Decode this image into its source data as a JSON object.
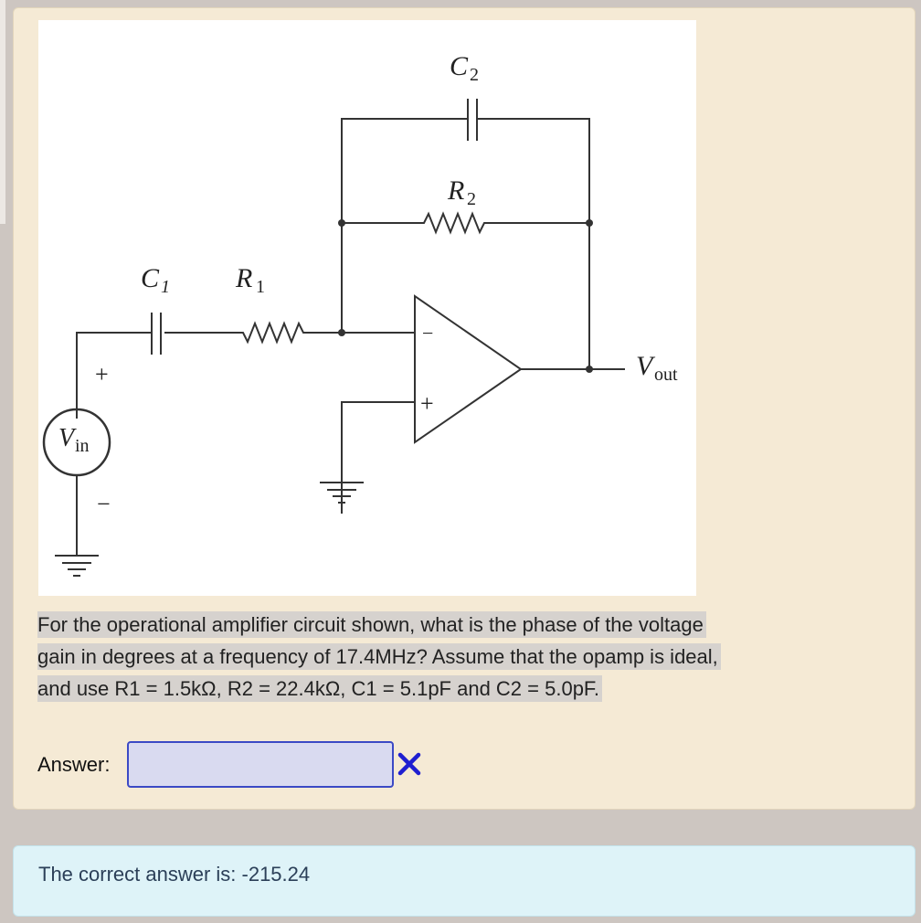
{
  "diagram": {
    "labels": {
      "c2": "C",
      "c2_sub": "2",
      "r2": "R",
      "r2_sub": "2",
      "c1": "C",
      "c1_sub": "1",
      "r1": "R",
      "r1_sub": "1",
      "vout": "V",
      "vout_sub": "out",
      "vin": "V",
      "vin_sub": "in",
      "src_plus": "+",
      "src_minus": "−",
      "op_minus": "−",
      "op_plus": "+"
    }
  },
  "question": {
    "lines": [
      "For the operational amplifier circuit shown, what is the phase of the voltage",
      "gain in degrees at a frequency of 17.4MHz? Assume that the opamp is ideal,",
      "and use R1 = 1.5kΩ, R2 = 22.4kΩ, C1 = 5.1pF and C2 = 5.0pF."
    ]
  },
  "answer": {
    "label": "Answer:",
    "value": "",
    "status_icon": "incorrect-x-icon"
  },
  "feedback": {
    "text": "The correct answer is: -215.24"
  },
  "colors": {
    "card_bg": "#f5ead5",
    "feedback_bg": "#def3f8",
    "input_border": "#3b49c5",
    "input_bg": "#d9daf0",
    "wrong_mark": "#1f1fd0"
  }
}
